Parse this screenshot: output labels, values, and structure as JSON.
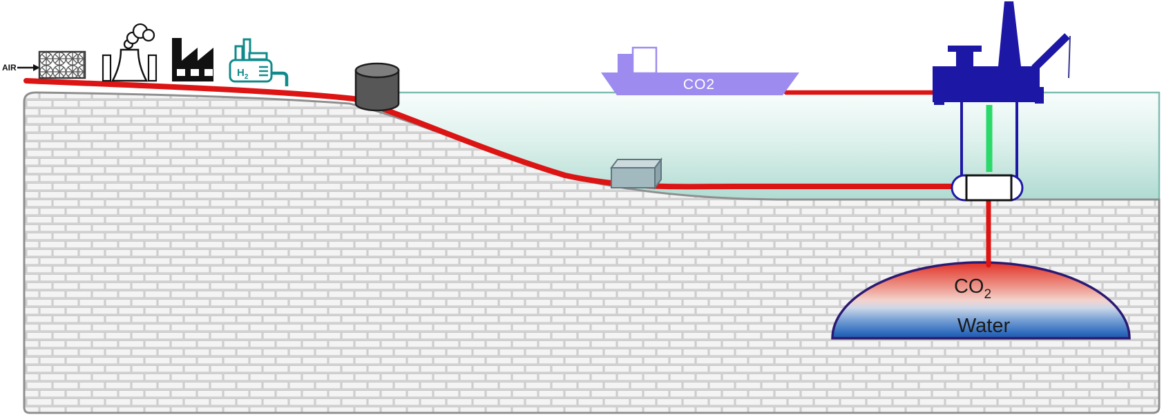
{
  "diagram": {
    "air_label": "AIR",
    "hydrogen_label": {
      "main": "H",
      "sub": "2"
    },
    "ship_label": "CO2",
    "reservoir": {
      "co2_main": "CO",
      "co2_sub": "2",
      "water_label": "Water"
    }
  },
  "colors": {
    "pipeline_red": "#dc1414",
    "sea_border": "#7fbdb2",
    "sea_top": "#f7fcfb",
    "sea_bottom": "#b2dcd3",
    "ship_purple": "#9e8bef",
    "platform_navy": "#1d17a5",
    "riser_green": "#2bd96b",
    "hydrogen_teal": "#118a8a",
    "dome_red": "#e23127",
    "dome_blue": "#1e56a8",
    "dome_outline": "#2b1a72",
    "ground_line": "#8f8f8f",
    "tank_grey": "#575757",
    "manifold_grey": "#a3b9c0"
  },
  "icons": {
    "air_capture": "fan-grid-icon",
    "power_plant": "cooling-tower-icon",
    "factory": "factory-icon",
    "hydrogen_plant": "h2-plant-icon",
    "storage_tank": "storage-tank-icon",
    "ship": "co2-tanker-icon",
    "platform": "offshore-platform-icon",
    "manifold": "subsea-manifold-icon",
    "wellhead": "subsea-wellhead-icon",
    "reservoir": "reservoir-dome-icon"
  }
}
